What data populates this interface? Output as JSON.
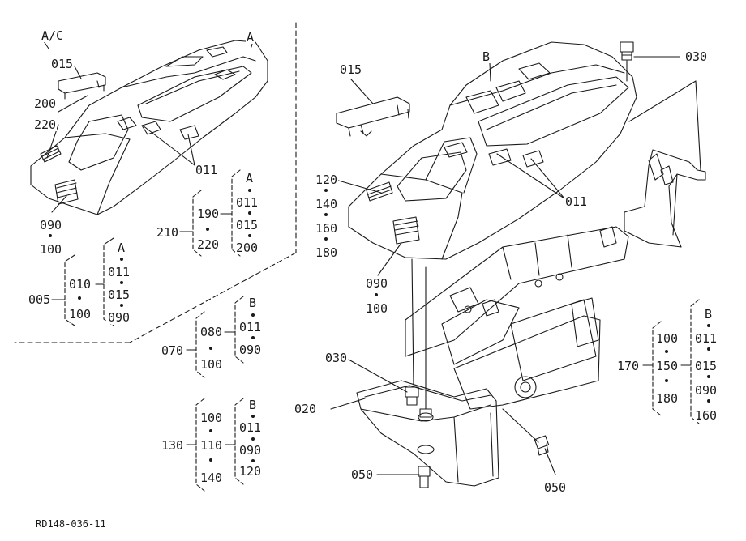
{
  "variant_a_c": "A/C",
  "variant_a": "A",
  "variant_b": "B",
  "drawing_code": "RD148-036-11",
  "callouts": {
    "left_015": "015",
    "left_200": "200",
    "left_220": "220",
    "left_011": "011",
    "left_090": "090",
    "left_100": "100",
    "right_015": "015",
    "right_030_top": "030",
    "right_011": "011",
    "right_120": "120",
    "right_140": "140",
    "right_160": "160",
    "right_180": "180",
    "right_090": "090",
    "right_100": "100",
    "right_030_mid": "030",
    "right_020": "020",
    "right_050_left": "050",
    "right_050_right": "050"
  },
  "groups": {
    "g210": {
      "head": "210",
      "col1": [
        "190",
        "220"
      ],
      "col2_ref": "A",
      "col2": [
        "011",
        "015",
        "200"
      ]
    },
    "g005": {
      "head": "005",
      "col1": [
        "010",
        "100"
      ],
      "col2_ref": "A",
      "col2": [
        "011",
        "015",
        "090"
      ]
    },
    "g070": {
      "head": "070",
      "col1": [
        "080",
        "100"
      ],
      "col2_ref": "B",
      "col2": [
        "011",
        "090"
      ]
    },
    "g130": {
      "head": "130",
      "col1": [
        "100",
        "110",
        "140"
      ],
      "col2_ref": "B",
      "col2": [
        "011",
        "090",
        "120"
      ]
    },
    "g170": {
      "head": "170",
      "col1": [
        "100",
        "150",
        "180"
      ],
      "col2_ref": "B",
      "col2": [
        "011",
        "015",
        "090",
        "160"
      ]
    }
  }
}
